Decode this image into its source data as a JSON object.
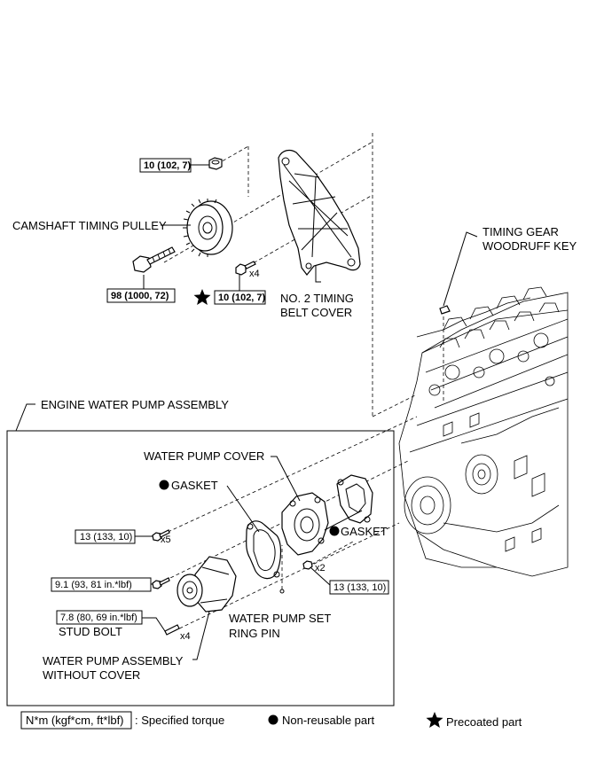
{
  "labels": {
    "camshaft_timing_pulley": "CAMSHAFT TIMING PULLEY",
    "no2_timing_belt_cover_l1": "NO. 2 TIMING",
    "no2_timing_belt_cover_l2": "BELT COVER",
    "timing_gear_woodruff_key_l1": "TIMING GEAR",
    "timing_gear_woodruff_key_l2": "WOODRUFF KEY",
    "engine_water_pump_assembly": "ENGINE WATER PUMP ASSEMBLY",
    "water_pump_cover": "WATER PUMP COVER",
    "gasket_left": "GASKET",
    "gasket_right": "GASKET",
    "water_pump_set_ring_pin_l1": "WATER PUMP SET",
    "water_pump_set_ring_pin_l2": "RING PIN",
    "stud_bolt": "STUD BOLT",
    "water_pump_assembly_without_cover_l1": "WATER PUMP ASSEMBLY",
    "water_pump_assembly_without_cover_l2": "WITHOUT COVER"
  },
  "torques": {
    "pulley_nut": "10 (102, 7)",
    "pulley_bolt": "98 (1000, 72)",
    "cover_bolts": "10 (102, 7)",
    "pump_bolts_x5": "13 (133, 10)",
    "pump_bolt_single": "9.1 (93, 81 in.*lbf)",
    "stud_bolts": "7.8 (80, 69 in.*lbf)",
    "pump_nuts_x2": "13 (133, 10)"
  },
  "quantities": {
    "cover_bolts": "x4",
    "pump_bolts": "x5",
    "pump_nuts": "x2",
    "stud_bolts": "x4"
  },
  "legend": {
    "torque_box": "N*m (kgf*cm, ft*lbf)",
    "torque_text": ": Specified torque",
    "non_reusable": "Non-reusable part",
    "precoated": "Precoated part"
  },
  "symbols": {
    "non_reusable": "filled-circle-icon",
    "precoated": "star-icon"
  }
}
